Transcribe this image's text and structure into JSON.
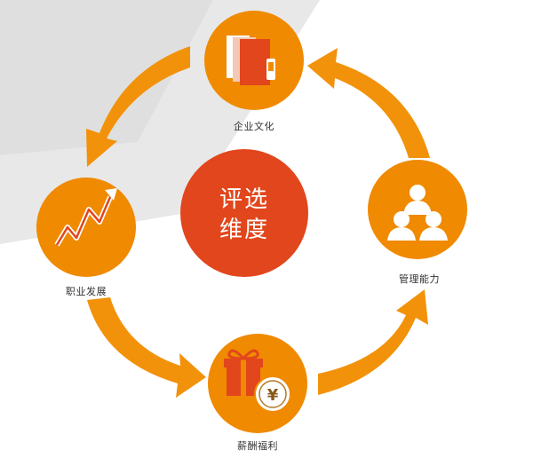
{
  "center": {
    "line1": "评选",
    "line2": "维度"
  },
  "nodes": {
    "culture": {
      "label": "企业文化",
      "icon": "folders-icon"
    },
    "management": {
      "label": "管理能力",
      "icon": "people-group-icon"
    },
    "salary": {
      "label": "薪酬福利",
      "icon": "gift-yen-icon"
    },
    "career": {
      "label": "职业发展",
      "icon": "trend-up-arrow-icon"
    }
  },
  "colors": {
    "orange": "#F08A00",
    "arrow": "#F2920A",
    "center": "#E2461C",
    "grey_band": "#D4D4D4",
    "grey_light": "#EBEBEB"
  }
}
